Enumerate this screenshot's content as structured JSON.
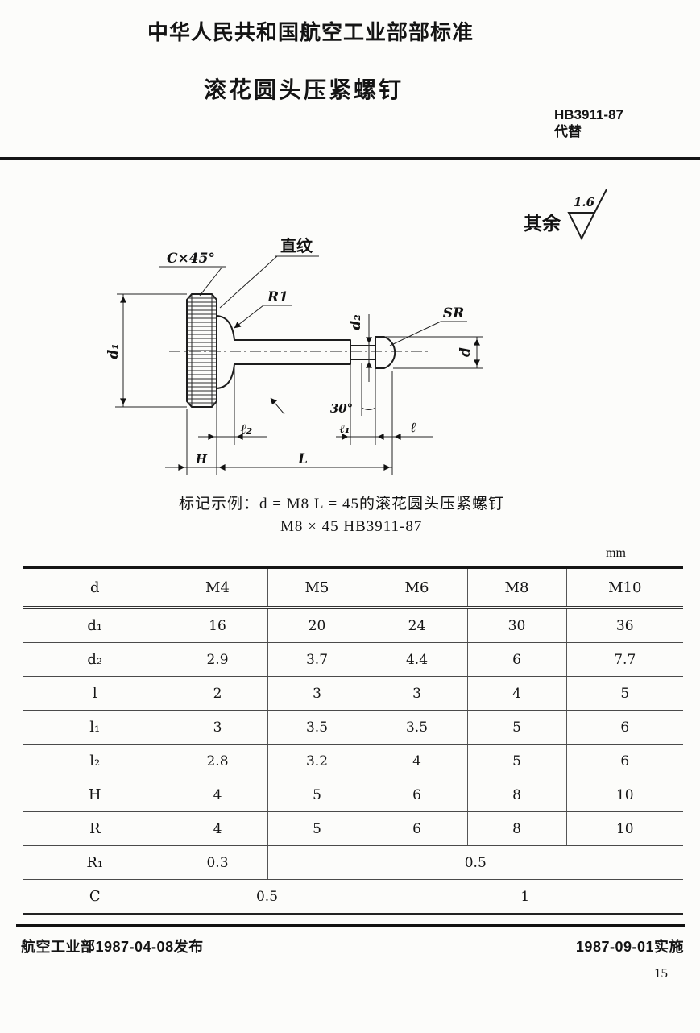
{
  "page": {
    "standard_header": "中华人民共和国航空工业部部标准",
    "title": "滚花圆头压紧螺钉",
    "standard_number": "HB3911-87",
    "replaces_label": "代替",
    "marking_example_line1": "标记示例：d = M8  L = 45的滚花圆头压紧螺钉",
    "marking_example_line2": "M8 × 45  HB3911-87",
    "unit_label": "mm",
    "footer_left": "航空工业部1987-04-08发布",
    "footer_right": "1987-09-01实施",
    "page_number": "15"
  },
  "drawing": {
    "surface_finish_scope": "其余",
    "surface_finish_value": "1.6",
    "labels": {
      "chamfer": "C×45°",
      "knurl_type": "直纹",
      "fillet_radius": "R1",
      "tip_radius": "SR",
      "head_diameter": "d₁",
      "neck_diameter": "d₂",
      "thread_diameter": "d",
      "neck_angle": "30°",
      "l2": "ℓ₂",
      "l1": "ℓ₁",
      "l": "ℓ",
      "head_height": "H",
      "length": "L"
    }
  },
  "table": {
    "header": [
      "d",
      "M4",
      "M5",
      "M6",
      "M8",
      "M10"
    ],
    "rows": [
      {
        "label": "d₁",
        "values": [
          "16",
          "20",
          "24",
          "30",
          "36"
        ]
      },
      {
        "label": "d₂",
        "values": [
          "2.9",
          "3.7",
          "4.4",
          "6",
          "7.7"
        ]
      },
      {
        "label": "l",
        "values": [
          "2",
          "3",
          "3",
          "4",
          "5"
        ]
      },
      {
        "label": "l₁",
        "values": [
          "3",
          "3.5",
          "3.5",
          "5",
          "6"
        ]
      },
      {
        "label": "l₂",
        "values": [
          "2.8",
          "3.2",
          "4",
          "5",
          "6"
        ]
      },
      {
        "label": "H",
        "values": [
          "4",
          "5",
          "6",
          "8",
          "10"
        ]
      },
      {
        "label": "R",
        "values": [
          "4",
          "5",
          "6",
          "8",
          "10"
        ]
      }
    ],
    "row_r1": {
      "label": "R₁",
      "value_m4": "0.3",
      "value_m5_m10": "0.5"
    },
    "row_c": {
      "label": "C",
      "value_m4_m5": "0.5",
      "value_m6_m10": "1"
    }
  }
}
